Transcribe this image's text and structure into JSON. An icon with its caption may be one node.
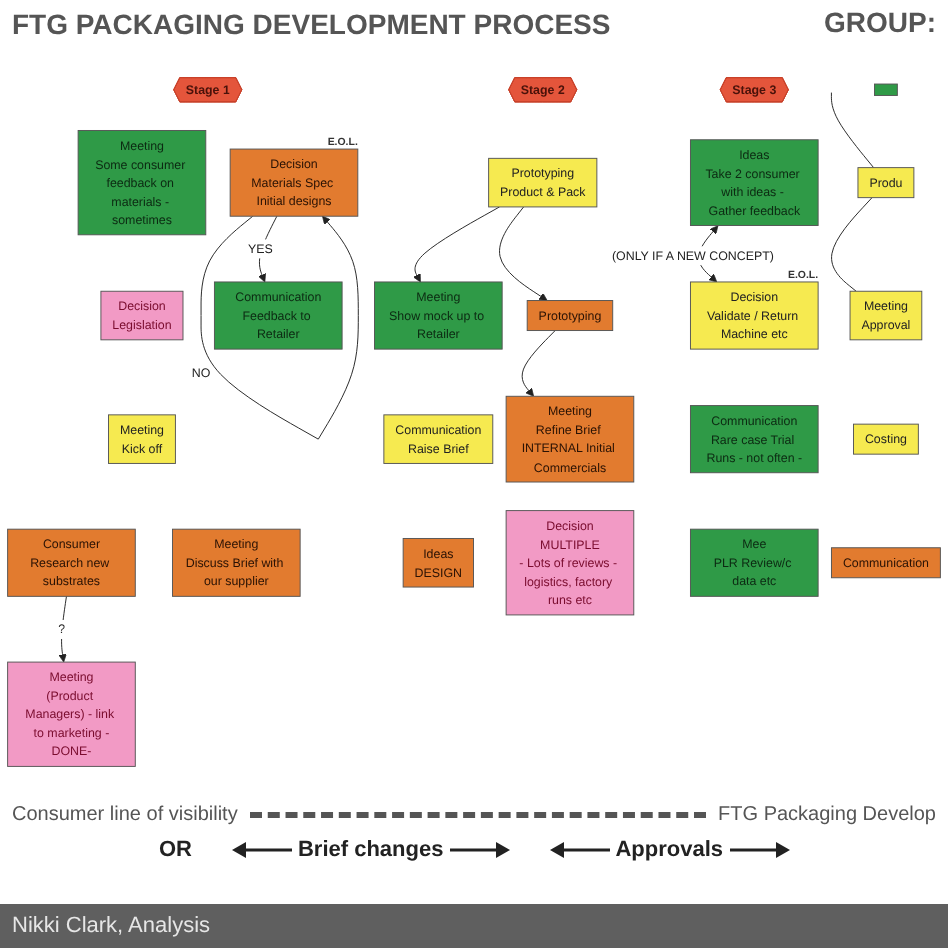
{
  "diagram": {
    "title": "FTG PACKAGING DEVELOPMENT PROCESS",
    "caption": "Nikki Clark, Analysis",
    "nodes": [
      {
        "text": [
          "Stage 1"
        ]
      },
      {
        "text": [
          "Stage 2"
        ]
      },
      {
        "text": [
          "Stage 3"
        ]
      },
      {
        "text": [
          "Meeting",
          "Some consumer feedback on materials - sometimes"
        ]
      },
      {
        "text": [
          "Ideas",
          "Take 2 consumer with ideas - Gather feedback"
        ]
      },
      {
        "text": [
          "Communication",
          "Rare case Trial Runs - not often -"
        ]
      },
      {
        "text": [],
        "shape": "box"
      },
      {
        "text": [
          "Communication",
          "Feedback to Retailer"
        ]
      },
      {
        "text": [
          "Meeting",
          "Show mock up to Retailer"
        ]
      },
      {
        "text": [
          "Decision",
          "Legislation"
        ]
      },
      {
        "text": [
          "Decision",
          "Materials Spec Initial designs"
        ],
        "beside": [
          "E.O.L."
        ]
      },
      {
        "text": [
          "Prototyping",
          "Product & Pack"
        ]
      },
      {
        "text": [
          "Decision",
          "Validate / Return Machine etc"
        ],
        "beside": [
          "E.O.L."
        ]
      },
      {
        "text": [
          "Produ"
        ]
      },
      {
        "text": [
          "Costing"
        ]
      },
      {
        "text": [
          "Meeting",
          "Kick off"
        ]
      },
      {
        "text": [
          "Communication",
          "Raise Brief"
        ]
      },
      {
        "text": [
          "Communication"
        ]
      },
      {
        "text": [
          "Prototyping"
        ]
      },
      {
        "text": [
          "Meeting",
          "Refine Brief INTERNAL Initial Commercials"
        ]
      },
      {
        "text": [
          "Meeting",
          "Discuss Brief with our supplier"
        ]
      },
      {
        "text": [
          "Ideas",
          "DESIGN"
        ]
      },
      {
        "text": [
          "Meeting",
          "Approval"
        ]
      },
      {
        "text": [
          "Decision",
          "MULTIPLE",
          "- Lots of reviews - logistics, factory runs etc"
        ]
      },
      {
        "text": [
          "Mee",
          "PLR Review/c data etc"
        ]
      },
      {
        "text": [
          "Consumer",
          "Research new substrates"
        ]
      },
      {
        "text": [
          "Meeting",
          "(Product Managers) - link to marketing -DONE-"
        ]
      }
    ],
    "edges": [
      {
        "from": 10,
        "to": 10,
        "arrow": "to",
        "label": "NO"
      },
      {
        "from": 10,
        "to": 7,
        "arrow": "to",
        "label": "YES"
      },
      {
        "from": 11,
        "to": 8,
        "arrow": "to"
      },
      {
        "from": 11,
        "to": 18,
        "arrow": "to"
      },
      {
        "from": 4,
        "to": 12,
        "arrow": "both",
        "label": "(ONLY IF A NEW CONCEPT)"
      },
      {
        "from": 18,
        "to": 19,
        "arrow": "to"
      },
      {
        "from": 25,
        "to": 26,
        "arrow": "to",
        "label": "?"
      },
      {
        "from": null,
        "to": 13,
        "arrow": "none"
      },
      {
        "from": 13,
        "to": 22,
        "arrow": "none"
      }
    ],
    "labels": [
      "GROUP:",
      "Consumer line of visibility",
      "FTG Packaging Develop",
      "OR",
      "Brief changes",
      "Approvals"
    ]
  }
}
